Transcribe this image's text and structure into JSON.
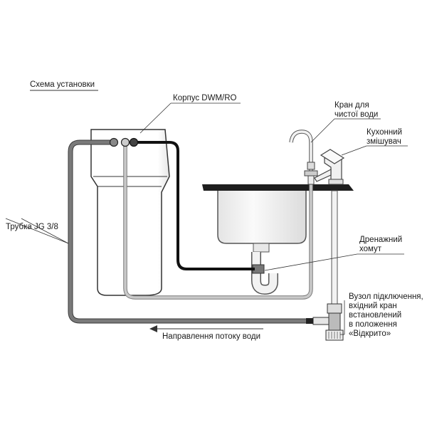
{
  "title": "Схема установки",
  "labels": {
    "housing": "Корпус DWM/RO",
    "faucet_line1": "Кран для",
    "faucet_line2": "чистої води",
    "mixer_line1": "Кухонний",
    "mixer_line2": "змішувач",
    "tube": "Трубка JG 3/8",
    "drain_line1": "Дренажний",
    "drain_line2": "хомут",
    "valve_line1": "Вузол підключення,",
    "valve_line2": "вхідний кран",
    "valve_line3": "встановлений",
    "valve_line4": "в положення",
    "valve_line5": "«Відкрито»",
    "flow": "Направлення потоку води"
  },
  "colors": {
    "inlet_tube": "#6f6f6f",
    "clean_tube": "#c9c9c9",
    "drain_tube": "#111111",
    "outline": "#333333",
    "countertop": "#1e1e1e"
  }
}
